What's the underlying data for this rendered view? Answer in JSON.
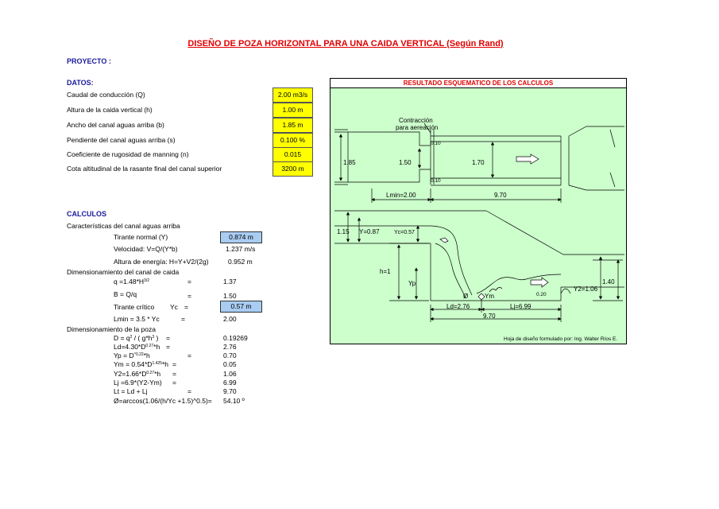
{
  "title": "DISEÑO DE POZA HORIZONTAL PARA UNA CAIDA VERTICAL (Según Rand)",
  "proyecto_label": "PROYECTO :",
  "datos": {
    "heading": "DATOS:",
    "rows": [
      {
        "label": "Caudal de conducción (Q)",
        "value": "2.00 m3/s"
      },
      {
        "label": "Altura de la caida vertical (h)",
        "value": "1.00 m"
      },
      {
        "label": "Ancho del canal aguas arriba (b)",
        "value": "1.85 m"
      },
      {
        "label": "Pendiente del canal aguas arriba (s)",
        "value": "0.100 %"
      },
      {
        "label": "Coeficiente de rugosidad de manning (n)",
        "value": "0.015"
      },
      {
        "label": "Cota altitudinal de la rasante final del canal superior",
        "value": "3200 m"
      }
    ]
  },
  "calculos": {
    "heading": "CALCULOS",
    "sub1": "Características del canal aguas arriba",
    "tirante_label": "Tirante normal (Y)",
    "tirante_value": "0.874 m",
    "velocidad_label": "Velocidad: V=Q/(Y*b)",
    "velocidad_value": "1.237 m/s",
    "energia_label": "Altura de energía: H=Y+V2/(2g)",
    "energia_value": "0.952 m",
    "sub2": "Dimensionamiento del canal de caida",
    "q_label": "q =1.48*H",
    "q_exp": "3/2",
    "q_eq": "=",
    "q_value": "1.37",
    "b_label": "B = Q/q",
    "b_eq": "=",
    "b_value": "1.50",
    "tc_label": "Tirante crítico",
    "tc_yc": "Yc",
    "tc_eq": "=",
    "tc_value": "0.57 m",
    "lmin_label": "Lmin  =  3.5  *  Yc",
    "lmin_eq": "=",
    "lmin_value": "2.00",
    "sub3": "Dimensionamiento de la poza",
    "poza": [
      {
        "pre": "D = q",
        "exp": "2",
        "post": " / ( g*h",
        "exp2": "3",
        "post2": " )",
        "eq": "=",
        "value": "0.19269"
      },
      {
        "pre": "Ld=4.30*D",
        "exp": "0.27",
        "post": "*h",
        "exp2": "",
        "post2": "",
        "eq": "=",
        "value": "2.76"
      },
      {
        "pre": "Yp = D",
        "exp": "^0.22",
        "post": "*h",
        "exp2": "",
        "post2": "",
        "eq": "=",
        "value": "0.70"
      },
      {
        "pre": "Ym = 0.54*D",
        "exp": "1.425",
        "post": "*h",
        "exp2": "",
        "post2": "",
        "eq": "=",
        "value": "0.05"
      },
      {
        "pre": "Y2=1.66*D",
        "exp": "0.27",
        "post": "*h",
        "exp2": "",
        "post2": "",
        "eq": "=",
        "value": "1.06"
      },
      {
        "pre": "Lj =6.9*(Y2-Ym)",
        "exp": "",
        "post": "",
        "exp2": "",
        "post2": "",
        "eq": "=",
        "value": "6.99"
      },
      {
        "pre": "Lt = Ld + Lj",
        "exp": "",
        "post": "",
        "exp2": "",
        "post2": "",
        "eq": "=",
        "value": "9.70"
      },
      {
        "pre": "Ø=arccos(1.06/(h/Yc +1.5)^0.5)=",
        "exp": "",
        "post": "",
        "exp2": "",
        "post2": "",
        "eq": "",
        "value": "54.10 º"
      }
    ]
  },
  "diagram": {
    "header": "RESULTADO ESQUEMATICO DE LOS CALCULOS",
    "contraccion_1": "Contracción",
    "contraccion_2": "para aereación",
    "p010a": "0.10",
    "p010b": "0.10",
    "w185": "1.85",
    "w150": "1.50",
    "w170": "1.70",
    "lmin": "Lmin=2.00",
    "len970a": "9.70",
    "h115": "1.15",
    "y087": "Y=0.87",
    "yc057": "Yc=0.57",
    "h1": "h=1",
    "yp": "Yp",
    "ym": "Ym",
    "phi": "Ø",
    "ld": "Ld=2.76",
    "lj": "Lj=6.99",
    "len970b": "9.70",
    "y2": "Y2=1.06",
    "h140": "1.40",
    "p020": "0.20",
    "credit": "Hoja de diseño formulado por: Ing. Walter Ríos E."
  }
}
